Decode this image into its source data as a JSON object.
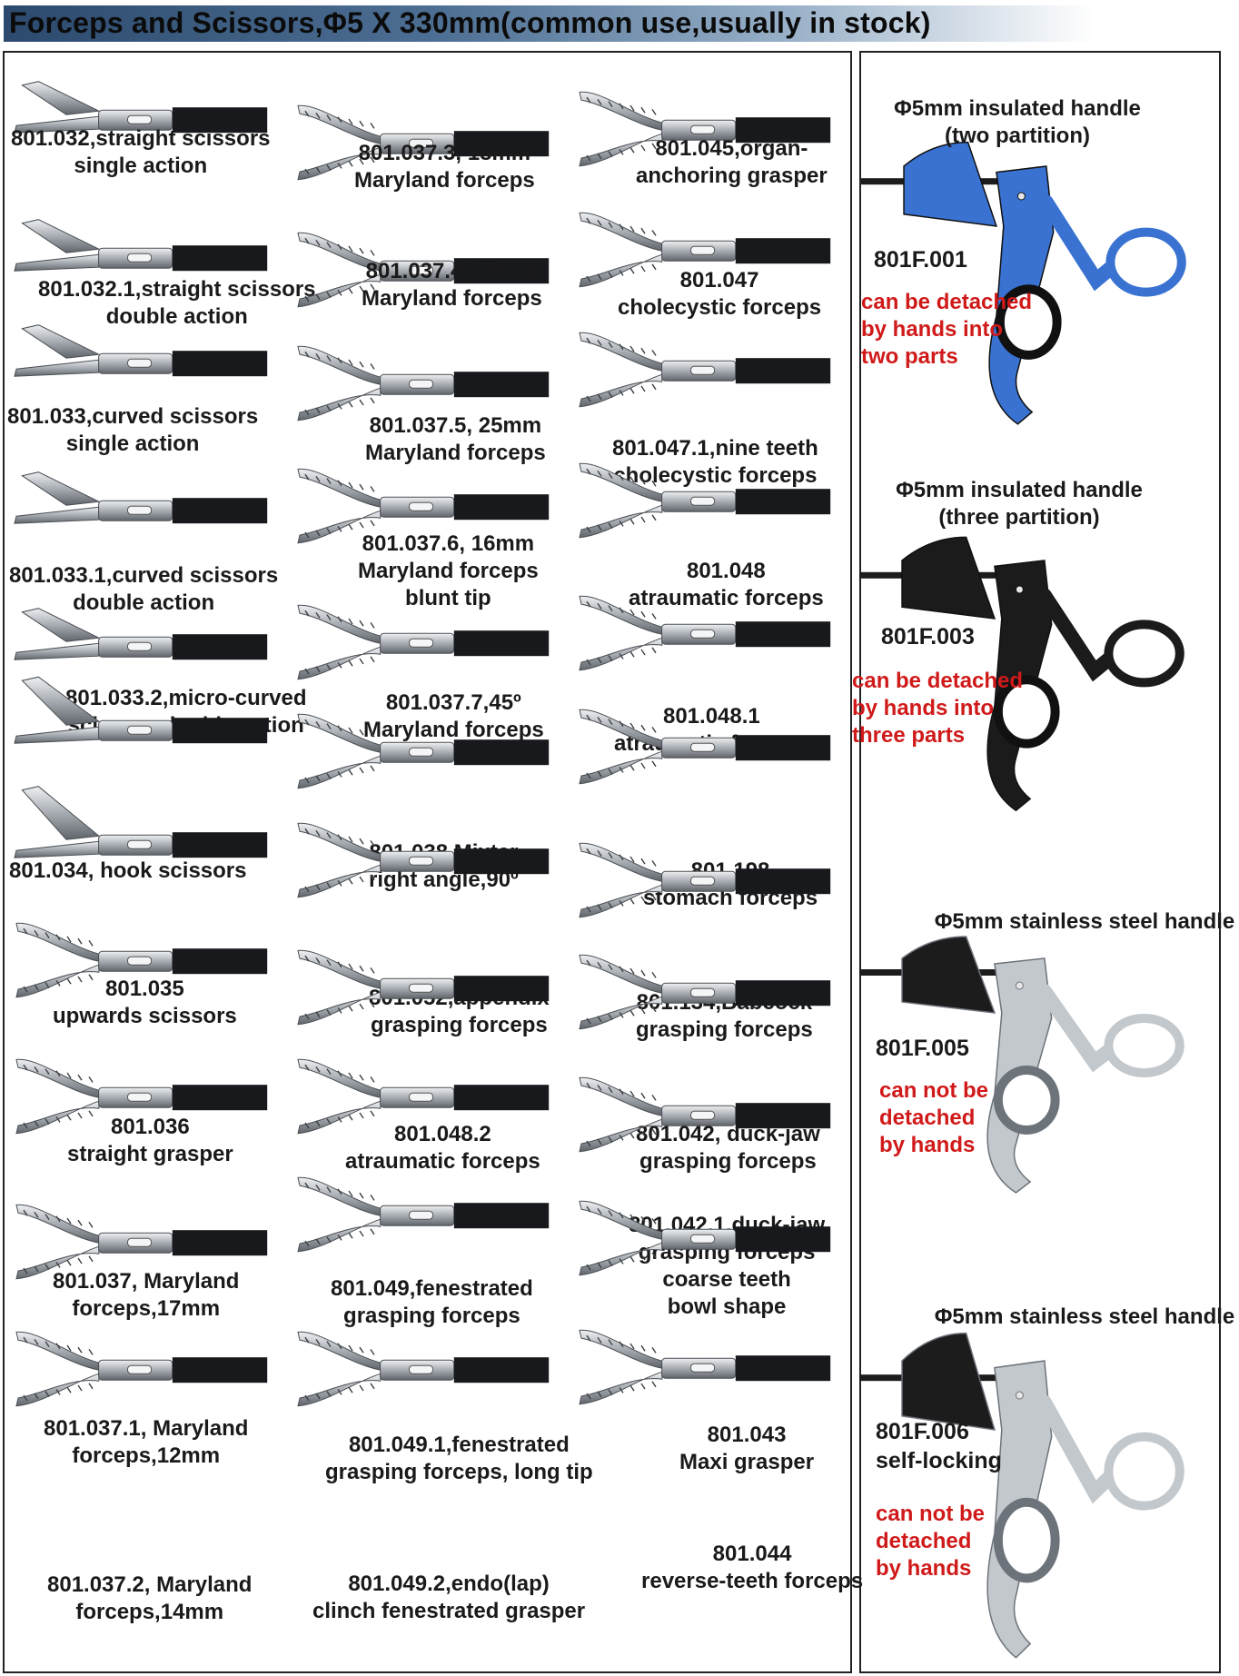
{
  "header": {
    "title": "Forceps and Scissors,Φ5 X 330mm(common use,usually in stock)"
  },
  "instruments": [
    {
      "icon": "straight-scissors-icon",
      "lines": [
        "801.032,straight scissors",
        "single action"
      ]
    },
    {
      "icon": "straight-scissors-icon",
      "lines": [
        "801.032.1,straight scissors",
        "double action"
      ]
    },
    {
      "icon": "curved-scissors-icon",
      "lines": [
        "801.033,curved scissors",
        "single action"
      ]
    },
    {
      "icon": "curved-scissors-icon",
      "lines": [
        "801.033.1,curved scissors",
        "double action"
      ]
    },
    {
      "icon": "micro-curved-scissors-icon",
      "lines": [
        "801.033.2,micro-curved",
        "scissors,double action"
      ]
    },
    {
      "icon": "hook-scissors-icon",
      "lines": [
        "801.034, hook scissors"
      ]
    },
    {
      "icon": "upwards-scissors-icon",
      "lines": [
        "801.035",
        "upwards scissors"
      ]
    },
    {
      "icon": "straight-grasper-icon",
      "lines": [
        "801.036",
        "straight grasper"
      ]
    },
    {
      "icon": "maryland-forceps-icon",
      "lines": [
        "801.037, Maryland",
        "forceps,17mm"
      ]
    },
    {
      "icon": "maryland-forceps-icon",
      "lines": [
        "801.037.1, Maryland",
        "forceps,12mm"
      ]
    },
    {
      "icon": "maryland-forceps-icon",
      "lines": [
        "801.037.2, Maryland",
        "forceps,14mm"
      ]
    },
    {
      "icon": "maryland-forceps-icon",
      "lines": [
        "801.037.3, 18mm",
        "Maryland forceps"
      ]
    },
    {
      "icon": "maryland-forceps-icon",
      "lines": [
        "801.037.4, 20mm",
        "Maryland forceps"
      ]
    },
    {
      "icon": "maryland-forceps-icon",
      "lines": [
        "801.037.5, 25mm",
        "Maryland forceps"
      ]
    },
    {
      "icon": "maryland-forceps-icon",
      "lines": [
        "801.037.6, 16mm",
        "Maryland forceps",
        "blunt tip"
      ]
    },
    {
      "icon": "maryland-forceps-icon",
      "lines": [
        "801.037.7,45º",
        "Maryland forceps"
      ]
    },
    {
      "icon": "mixter-forceps-icon",
      "lines": [
        "801.038,Mixter",
        "right angle,90º"
      ]
    },
    {
      "icon": "appendix-forceps-icon",
      "lines": [
        "801.052,appendix",
        "grasping forceps"
      ]
    },
    {
      "icon": "atraumatic-forceps-icon",
      "lines": [
        "801.048.2",
        "atraumatic forceps"
      ]
    },
    {
      "icon": "fenestrated-grasper-icon",
      "lines": [
        "801.049,fenestrated",
        "grasping forceps"
      ]
    },
    {
      "icon": "fenestrated-grasper-icon",
      "lines": [
        "801.049.1,fenestrated",
        "grasping forceps, long tip"
      ]
    },
    {
      "icon": "fenestrated-grasper-icon",
      "lines": [
        "801.049.2,endo(lap)",
        "clinch fenestrated grasper"
      ]
    },
    {
      "icon": "organ-grasper-icon",
      "lines": [
        "801.045,organ-",
        "anchoring grasper"
      ]
    },
    {
      "icon": "cholecystic-forceps-icon",
      "lines": [
        "801.047",
        "cholecystic forceps"
      ]
    },
    {
      "icon": "nine-teeth-forceps-icon",
      "lines": [
        "801.047.1,nine teeth",
        "cholecystic forceps"
      ]
    },
    {
      "icon": "atraumatic-forceps-icon",
      "lines": [
        "801.048",
        "atraumatic forceps"
      ]
    },
    {
      "icon": "atraumatic-forceps-icon",
      "lines": [
        "801.048.1",
        "atraumatic forceps"
      ]
    },
    {
      "icon": "stomach-forceps-icon",
      "lines": [
        "801.198",
        "stomach forceps"
      ]
    },
    {
      "icon": "babcock-forceps-icon",
      "lines": [
        "801.134,Babcock",
        "grasping forceps"
      ]
    },
    {
      "icon": "duck-jaw-forceps-icon",
      "lines": [
        "801.042, duck-jaw",
        "grasping forceps"
      ]
    },
    {
      "icon": "duck-jaw-forceps-icon",
      "lines": [
        "801.042.1,duck-jaw",
        "grasping forceps",
        "coarse teeth",
        "bowl shape"
      ]
    },
    {
      "icon": "maxi-grasper-icon",
      "lines": [
        "801.043",
        "Maxi grasper"
      ]
    },
    {
      "icon": "reverse-teeth-forceps-icon",
      "lines": [
        "801.044",
        "reverse-teeth forceps"
      ]
    }
  ],
  "handles": [
    {
      "icon": "blue-insulated-handle-icon",
      "color": "#3a72d2",
      "title": [
        "Φ5mm insulated handle",
        "(two partition)"
      ],
      "code": [
        "801F.001"
      ],
      "note": [
        "can be detached",
        "by hands into",
        "two  parts"
      ]
    },
    {
      "icon": "black-insulated-handle-icon",
      "color": "#1b1b1b",
      "title": [
        "Φ5mm insulated handle",
        "(three partition)"
      ],
      "code": [
        "801F.003"
      ],
      "note": [
        "can be detached",
        "by hands into",
        "three  parts"
      ]
    },
    {
      "icon": "steel-handle-icon",
      "color": "#b9bec4",
      "title": [
        "Φ5mm stainless steel handle"
      ],
      "code": [
        "801F.005"
      ],
      "note": [
        "can not be",
        "detached",
        "by hands"
      ]
    },
    {
      "icon": "steel-locking-handle-icon",
      "color": "#b9bec4",
      "title": [
        "Φ5mm stainless steel handle"
      ],
      "code": [
        "801F.006",
        "self-locking"
      ],
      "note": [
        "can not be",
        "detached",
        "by hands"
      ]
    }
  ]
}
